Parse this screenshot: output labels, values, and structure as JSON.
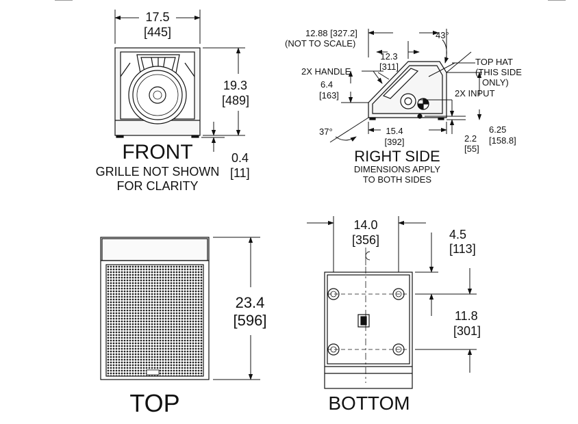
{
  "colors": {
    "line": "#111111",
    "paper": "#ffffff",
    "cabinet_shade": "#f4f4f4",
    "grille": "#222222"
  },
  "front": {
    "title": "FRONT",
    "note_line1": "GRILLE NOT SHOWN",
    "note_line2": "FOR CLARITY",
    "width_in": "17.5",
    "width_mm": "[445]",
    "height_in": "19.3",
    "height_mm": "[489]",
    "foot_in": "0.4",
    "foot_mm": "[11]"
  },
  "right_side": {
    "title": "RIGHT SIDE",
    "note_line1": "DIMENSIONS APPLY",
    "note_line2": "TO BOTH SIDES",
    "overall_in_mm": "12.88 [327.2]",
    "overall_note": "(NOT TO SCALE)",
    "top_angle": "43°",
    "top_in": "12.3",
    "top_mm": "[311]",
    "handle_label": "2X HANDLE",
    "tophat_line1": "TOP HAT",
    "tophat_line2": "(THIS SIDE",
    "tophat_line3": "ONLY)",
    "input_label": "2X INPUT",
    "handle_h_in": "6.4",
    "handle_h_mm": "[163]",
    "bottom_angle": "37°",
    "base_in": "15.4",
    "base_mm": "[392]",
    "input_h_in": "2.2",
    "input_h_mm": "[55]",
    "height_in": "6.25",
    "height_mm": "[158.8]"
  },
  "top": {
    "title": "TOP",
    "depth_in": "23.4",
    "depth_mm": "[596]"
  },
  "bottom": {
    "title": "BOTTOM",
    "width_in": "14.0",
    "width_mm": "[356]",
    "offset_in": "4.5",
    "offset_mm": "[113]",
    "spacing_in": "11.8",
    "spacing_mm": "[301]"
  }
}
